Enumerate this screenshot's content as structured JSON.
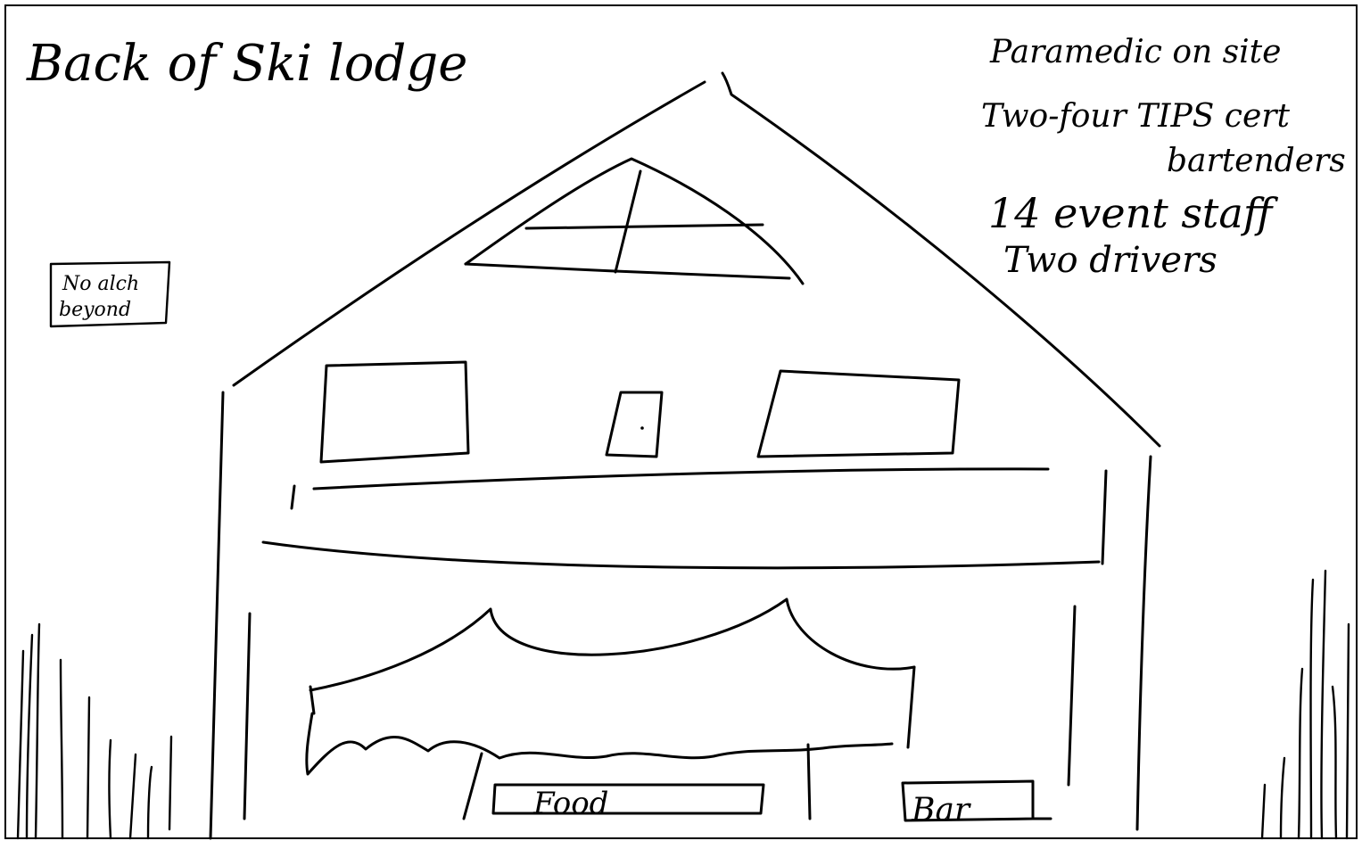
{
  "title": "Back of Ski lodge",
  "notes": {
    "line1": "Paramedic on site",
    "line2": "Two-four TIPS cert",
    "line3": "bartenders",
    "line4": "14 event staff",
    "line5": "Two drivers"
  },
  "sign": {
    "line1": "No alch",
    "line2": "beyond"
  },
  "stations": {
    "food": "Food",
    "bar": "Bar"
  }
}
